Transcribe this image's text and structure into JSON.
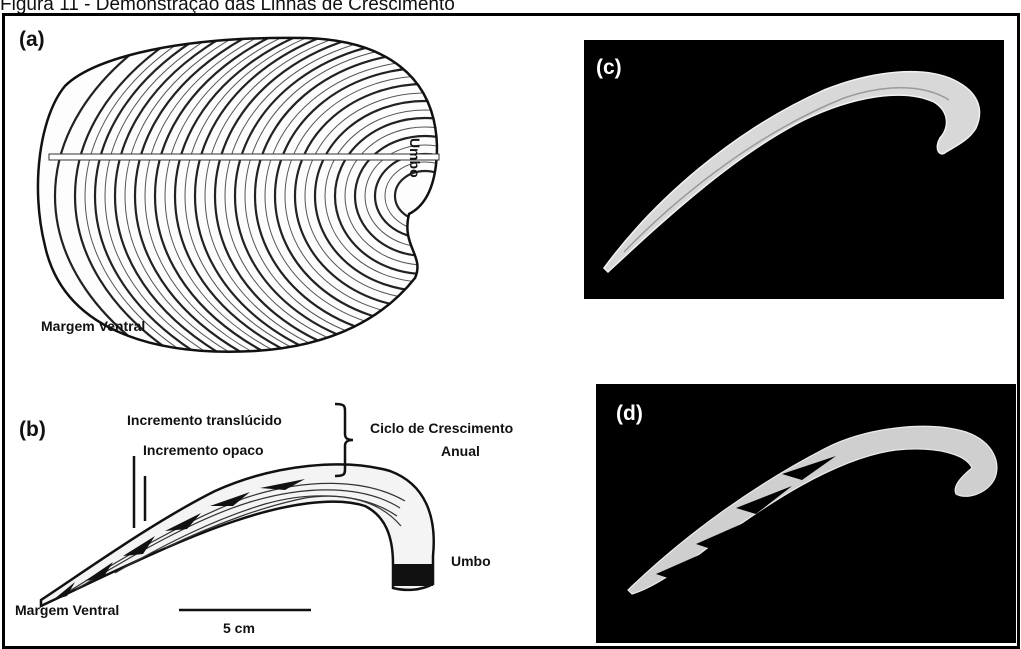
{
  "caption": "Figura 11 - Demonstração das Linhas de Crescimento",
  "panels": {
    "a": {
      "label": "(a)",
      "umbo": "Umbo",
      "margin": "Margem Ventral"
    },
    "b": {
      "label": "(b)",
      "translucent": "Incremento translúcido",
      "opaque": "Incremento opaco",
      "cycle_line1": "Ciclo de Crescimento",
      "cycle_line2": "Anual",
      "umbo": "Umbo",
      "margin": "Margem Ventral",
      "scale": "5 cm"
    },
    "c": {
      "label": "(c)"
    },
    "d": {
      "label": "(d)"
    }
  },
  "colors": {
    "panel_background": "#000000",
    "frame": "#000000"
  }
}
